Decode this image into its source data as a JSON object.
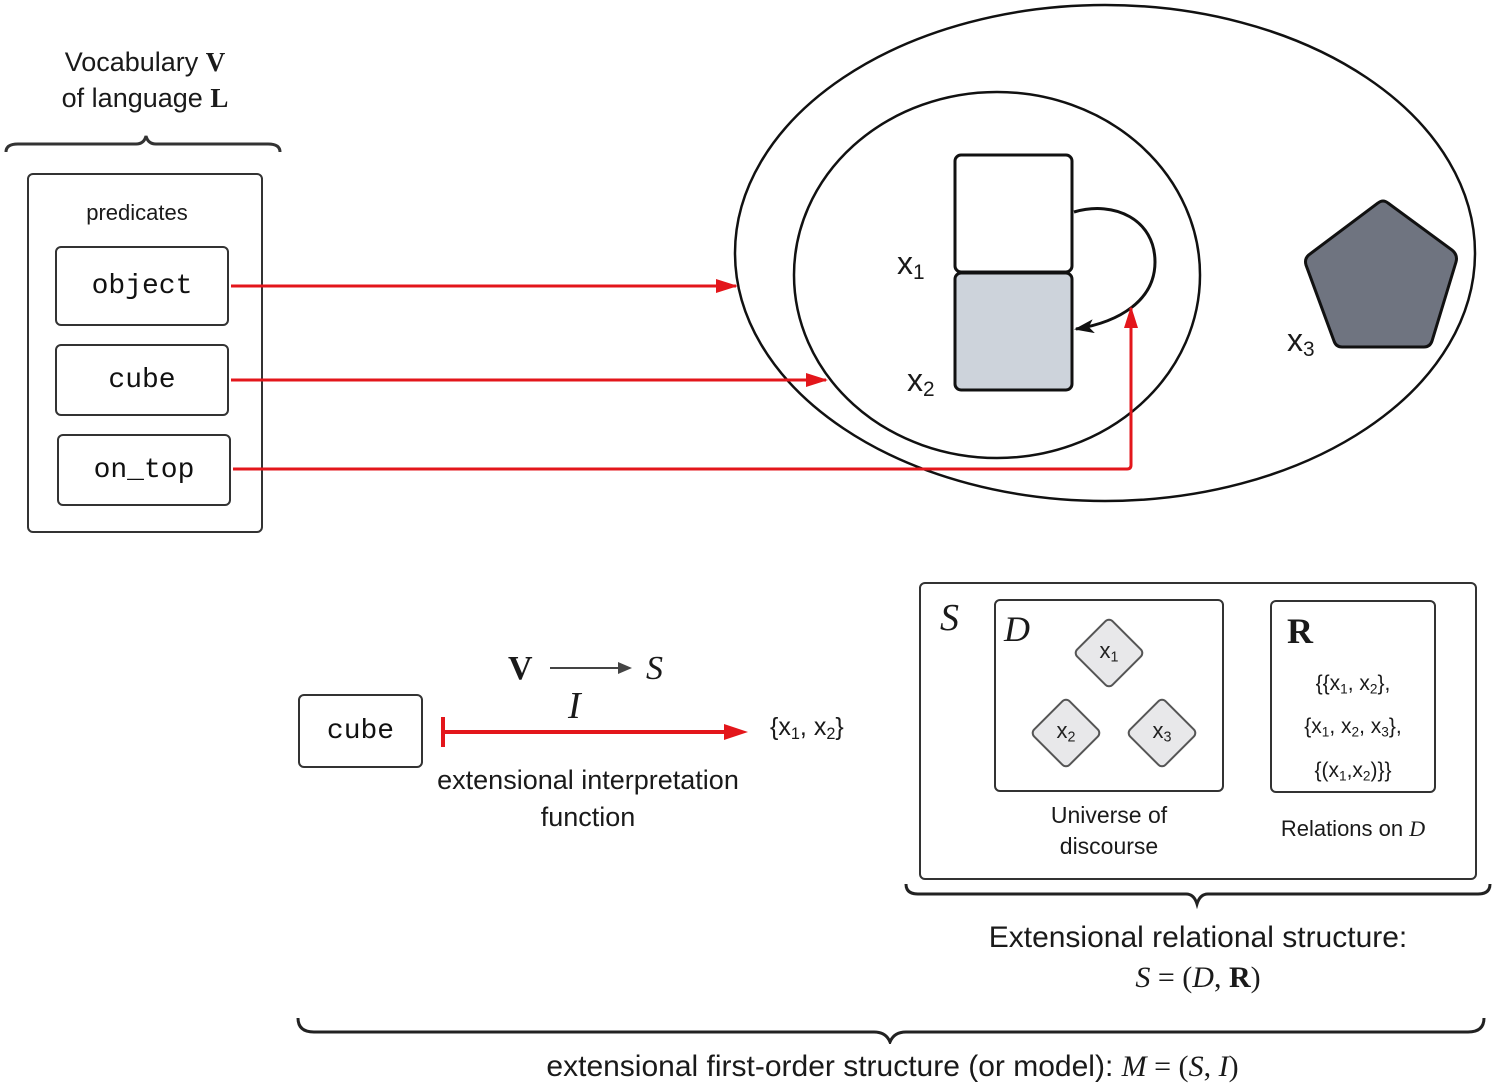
{
  "vocabulary": {
    "title_line1": "Vocabulary",
    "title_symbol1": "V",
    "title_line2": "of language",
    "title_symbol2": "L",
    "section_label": "predicates",
    "predicates": [
      {
        "label": "object"
      },
      {
        "label": "cube"
      },
      {
        "label": "on_top"
      }
    ]
  },
  "world": {
    "elements": [
      {
        "var": "x",
        "sub": "1"
      },
      {
        "var": "x",
        "sub": "2"
      },
      {
        "var": "x",
        "sub": "3"
      }
    ],
    "colors": {
      "cube_top": "#ffffff",
      "cube_bottom": "#cdd3db",
      "pentagon": "#6f7480",
      "arrow_red": "#e3161b"
    }
  },
  "interpretation": {
    "domain_symbol": "V",
    "codomain_symbol": "S",
    "function_symbol": "I",
    "example_predicate": "cube",
    "example_value_open": "{",
    "example_value_close": "}",
    "example_value_parts": [
      {
        "var": "x",
        "sub": "1"
      },
      {
        "var": "x",
        "sub": "2"
      }
    ],
    "caption_line1": "extensional interpretation",
    "caption_line2": "function"
  },
  "structure": {
    "symbol": "S",
    "domain": {
      "symbol": "D",
      "elements": [
        {
          "var": "x",
          "sub": "1"
        },
        {
          "var": "x",
          "sub": "2"
        },
        {
          "var": "x",
          "sub": "3"
        }
      ],
      "caption_line1": "Universe of",
      "caption_line2": "discourse"
    },
    "relations": {
      "symbol": "R",
      "line1": "{{x1, x2},",
      "line2": "{x1, x2, x3},",
      "line3": "{(x1,x2)}}",
      "caption_prefix": "Relations on",
      "caption_symbol": "D"
    },
    "caption_line1": "Extensional relational structure:",
    "caption_formula": {
      "lhs": "S",
      "eq": " = (",
      "d": "D",
      "sep": ", ",
      "r": "R",
      "close": ")"
    }
  },
  "model": {
    "caption_text": "extensional first-order structure (or model):",
    "formula": {
      "m": "M",
      "eq": " = (",
      "s": "S",
      "sep": ", ",
      "i": "I",
      "close": ")"
    }
  }
}
